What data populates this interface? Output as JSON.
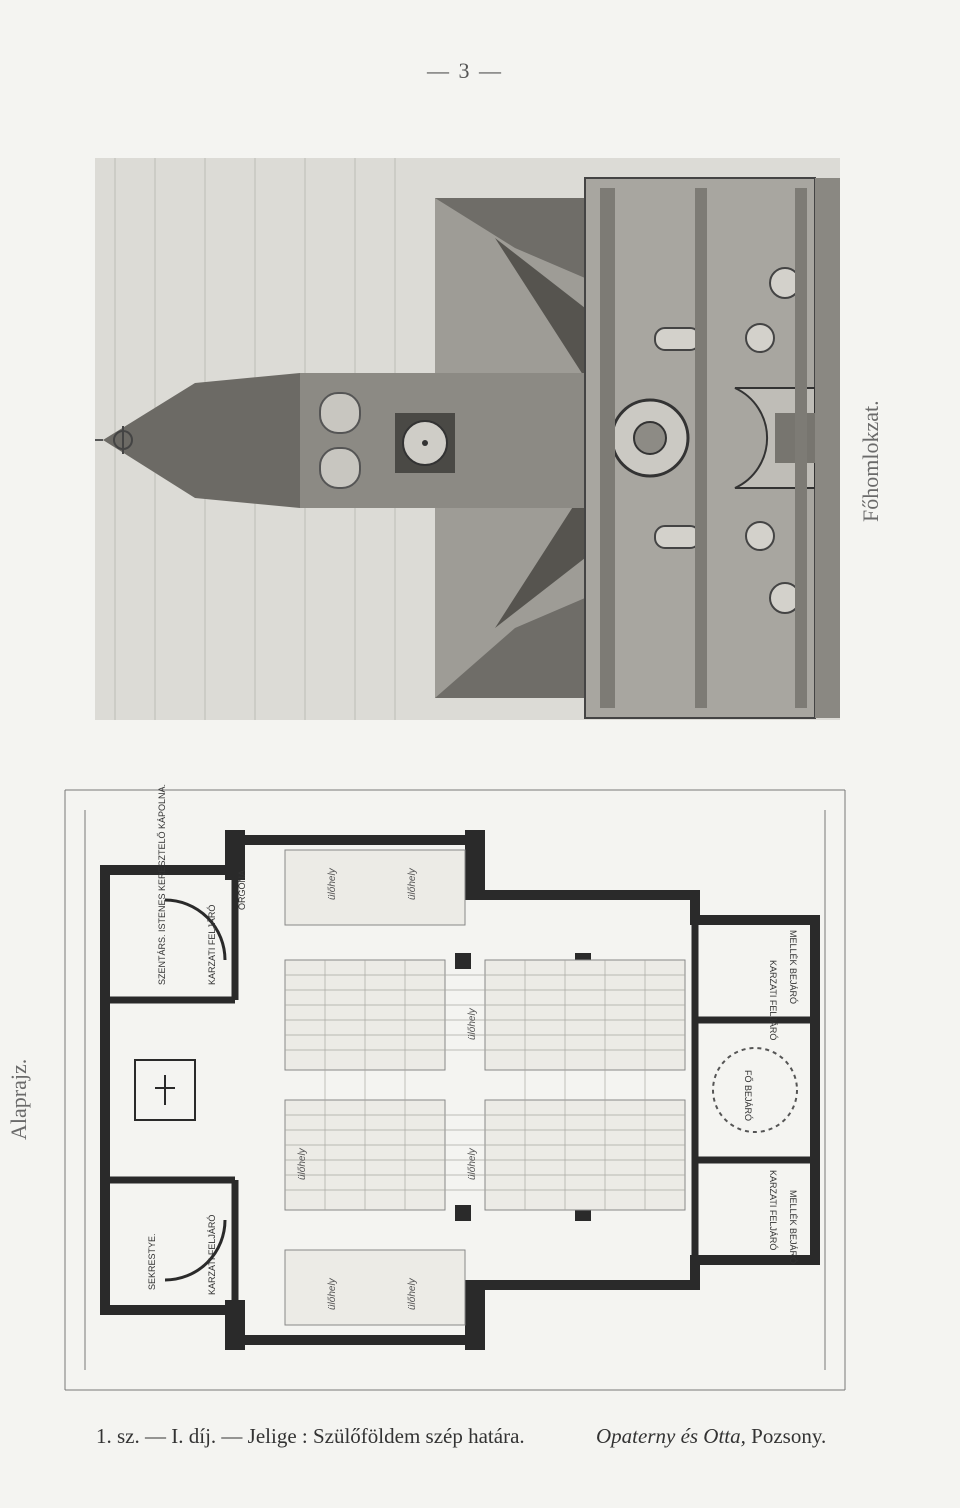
{
  "page": {
    "number": "— 3 —"
  },
  "elevation": {
    "caption": "Főhomlokzat."
  },
  "floor_plan": {
    "caption": "Alaprajz.",
    "room_labels": {
      "chapel": "SZENTÁRS. ISTENES KERESZTELŐ KÁPOLNA.",
      "sacristy": "SEKRESTYE.",
      "choir_stair_top": "KARZATI FELJÁRÓ",
      "choir_stair_bottom": "KARZATI FELJÁRÓ",
      "right_upper": "KARZATI FELJÁRÓ",
      "right_lower": "KARZATI FELJÁRÓ",
      "right_entry_top": "MELLÉK BEJÁRÓ",
      "right_entry_bottom": "MELLÉK BEJÁRÓ",
      "main_entry": "FŐ BEJÁRÓ",
      "organ": "ORGONA"
    },
    "pew_labels": [
      "ülőhely",
      "ülőhely",
      "ülőhely",
      "ülőhely",
      "ülőhely",
      "ülőhely",
      "ülőhely"
    ]
  },
  "footer": {
    "entry": "1. sz. — I. díj. — Jelige : Szülőföldem szép határa.",
    "architects": "Opaterny és Otta,",
    "city": "Pozsony."
  }
}
